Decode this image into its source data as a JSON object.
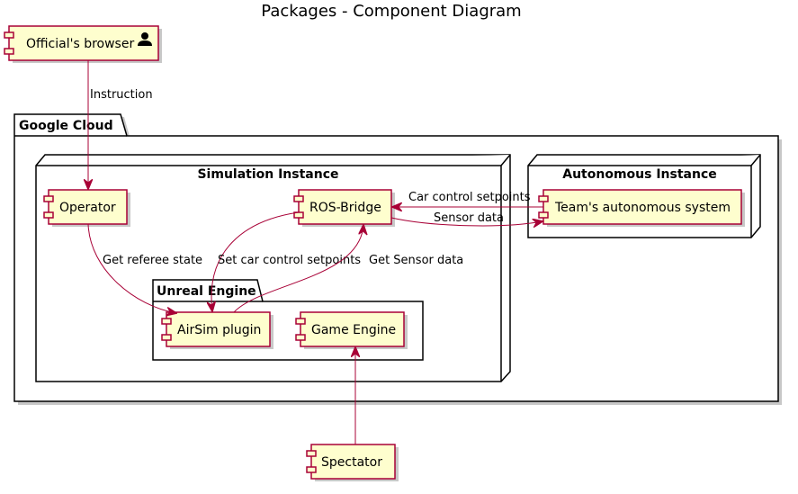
{
  "title": "Packages - Component Diagram",
  "packages": {
    "google_cloud": "Google Cloud",
    "unreal_engine": "Unreal Engine"
  },
  "nodes": {
    "simulation_instance": "Simulation Instance",
    "autonomous_instance": "Autonomous Instance"
  },
  "components": {
    "officials_browser": "Official's browser",
    "operator": "Operator",
    "ros_bridge": "ROS-Bridge",
    "airsim_plugin": "AirSim plugin",
    "game_engine": "Game Engine",
    "teams_autonomous_system": "Team's autonomous system",
    "spectator": "Spectator"
  },
  "edges": {
    "instruction": "Instruction",
    "get_referee_state": "Get referee state",
    "set_car_control_setpoints": "Set car control setpoints",
    "get_sensor_data": "Get Sensor data",
    "car_control_setpoints": "Car control setpoints",
    "sensor_data": "Sensor data"
  },
  "colors": {
    "component_fill": "#FEFECE",
    "component_border": "#A80036",
    "edge": "#A80036"
  },
  "icons": {
    "officials_browser": "person-icon"
  }
}
